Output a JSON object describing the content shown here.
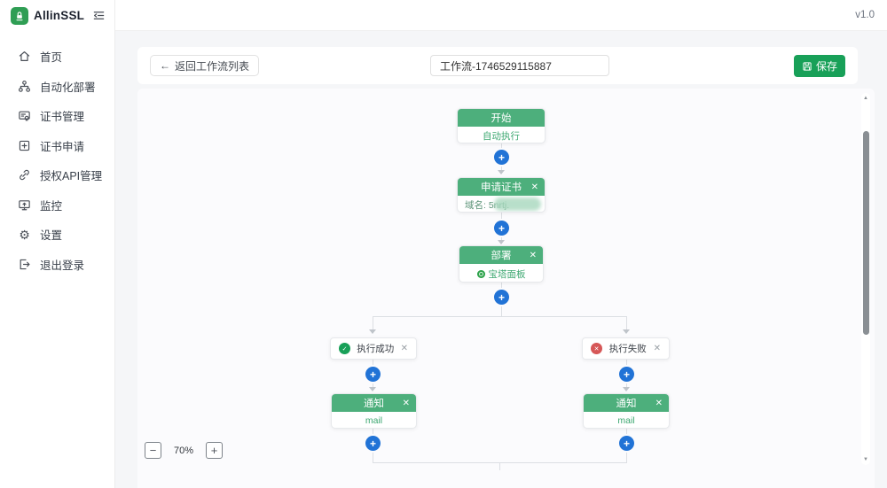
{
  "app": {
    "brand": "AllinSSL",
    "version": "v1.0"
  },
  "icons": {
    "back_arrow": "←",
    "close": "✕",
    "plus": "+",
    "minus": "−",
    "check": "✓",
    "cross": "✕",
    "gear": "⚙",
    "scroll_up": "▲",
    "scroll_down": "▼"
  },
  "sidebar": {
    "items": [
      {
        "id": "home",
        "label": "首页"
      },
      {
        "id": "auto-deploy",
        "label": "自动化部署"
      },
      {
        "id": "cert-manage",
        "label": "证书管理"
      },
      {
        "id": "cert-apply",
        "label": "证书申请"
      },
      {
        "id": "api-auth",
        "label": "授权API管理"
      },
      {
        "id": "monitor",
        "label": "监控"
      },
      {
        "id": "settings",
        "label": "设置"
      },
      {
        "id": "logout",
        "label": "退出登录"
      }
    ]
  },
  "toolbar": {
    "back_label": "返回工作流列表",
    "workflow_name": "工作流-1746529115887",
    "save_label": "保存"
  },
  "canvas": {
    "nodes": {
      "start": {
        "title": "开始",
        "body": "自动执行"
      },
      "apply_cert": {
        "title": "申请证书",
        "body_label": "域名: 5nrtj."
      },
      "deploy": {
        "title": "部署",
        "body": "宝塔面板"
      },
      "success": {
        "label": "执行成功"
      },
      "failure": {
        "label": "执行失败"
      },
      "notify_left": {
        "title": "通知",
        "body": "mail"
      },
      "notify_right": {
        "title": "通知",
        "body": "mail"
      }
    },
    "zoom": {
      "level": "70%"
    }
  },
  "colors": {
    "node_header_green": "#4daf7c",
    "save_green": "#18a058",
    "plus_blue": "#2173d6",
    "success_green": "#18a058",
    "failure_red": "#d65757",
    "brand_green": "#2f9e54"
  }
}
